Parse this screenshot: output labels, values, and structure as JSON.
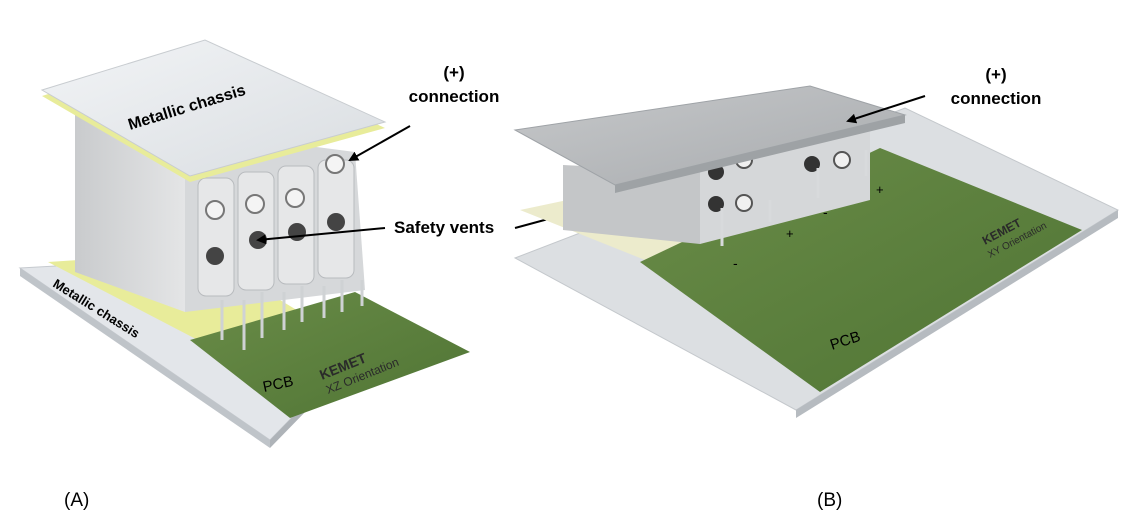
{
  "panel_a": {
    "caption": "(A)",
    "top_chassis_label": "Metallic chassis",
    "bottom_chassis_label": "Metallic chassis",
    "connection_label_line1": "(+)",
    "connection_label_line2": "connection",
    "vents_label": "Safety vents",
    "pcb_label": "PCB",
    "brand": "KEMET",
    "orientation": "XZ Orientation"
  },
  "panel_b": {
    "caption": "(B)",
    "connection_label_line1": "(+)",
    "connection_label_line2": "connection",
    "pcb_label": "PCB",
    "brand": "KEMET",
    "orientation": "XY Orientation",
    "plus_sign": "+",
    "minus_sign": "-"
  },
  "colors": {
    "pcb_green": "#5a7d3e",
    "chassis_gray": "#d2d5d8",
    "insulator_yellow": "#e8ec9a",
    "capacitor_body": "#d9dbdc"
  }
}
